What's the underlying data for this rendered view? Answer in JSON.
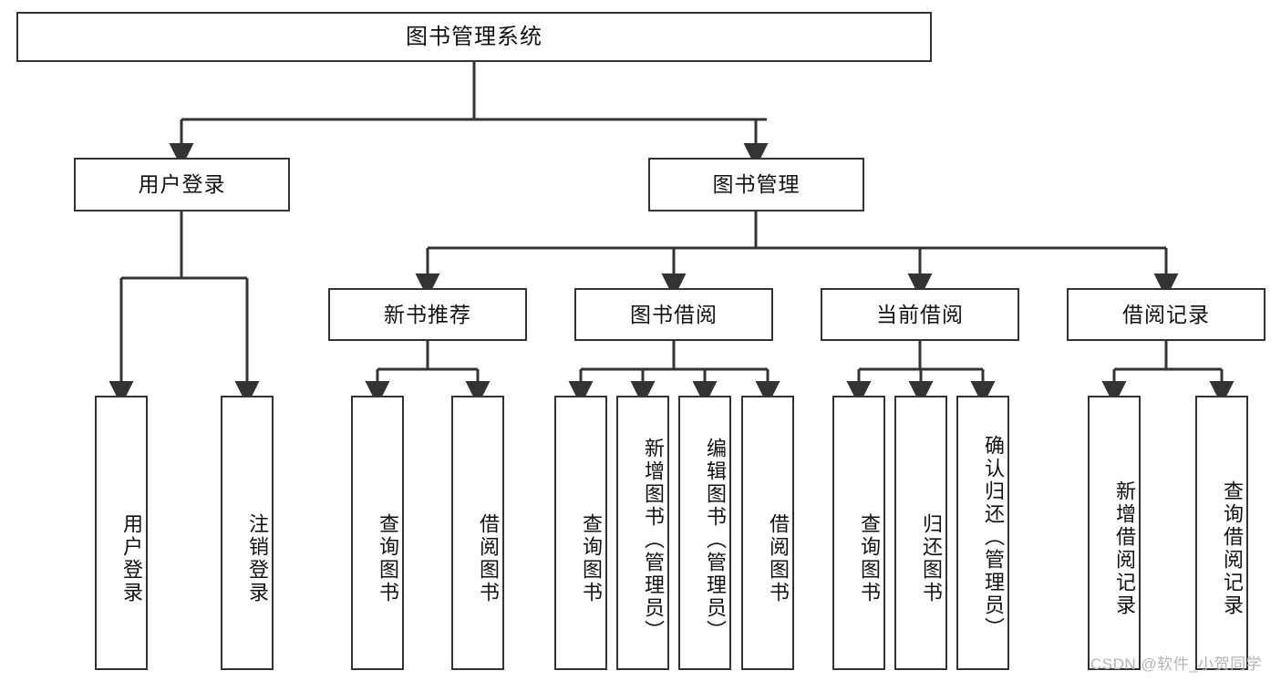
{
  "diagram": {
    "title": "图书管理系统",
    "type": "tree-hierarchy-chart",
    "colors": {
      "box_border": "#333333",
      "box_fill": "#ffffff",
      "connector": "#333333",
      "watermark": "#b4b4b4"
    },
    "root": {
      "label": "图书管理系统"
    },
    "level2": [
      {
        "label": "用户登录"
      },
      {
        "label": "图书管理"
      }
    ],
    "level3": [
      {
        "label": "新书推荐"
      },
      {
        "label": "图书借阅"
      },
      {
        "label": "当前借阅"
      },
      {
        "label": "借阅记录"
      }
    ],
    "leaves": {
      "user_login": [
        {
          "label": "用户登录"
        },
        {
          "label": "注销登录"
        }
      ],
      "new_book_recommend": [
        {
          "label": "查询图书"
        },
        {
          "label": "借阅图书"
        }
      ],
      "book_borrow": [
        {
          "label": "查询图书"
        },
        {
          "label": "新增图书（管理员）"
        },
        {
          "label": "编辑图书（管理员）"
        },
        {
          "label": "借阅图书"
        }
      ],
      "current_borrow": [
        {
          "label": "查询图书"
        },
        {
          "label": "归还图书"
        },
        {
          "label": "确认归还（管理员）"
        }
      ],
      "borrow_records": [
        {
          "label": "新增借阅记录"
        },
        {
          "label": "查询借阅记录"
        }
      ]
    }
  },
  "watermark": {
    "text": "CSDN @软件_小贺同学"
  }
}
